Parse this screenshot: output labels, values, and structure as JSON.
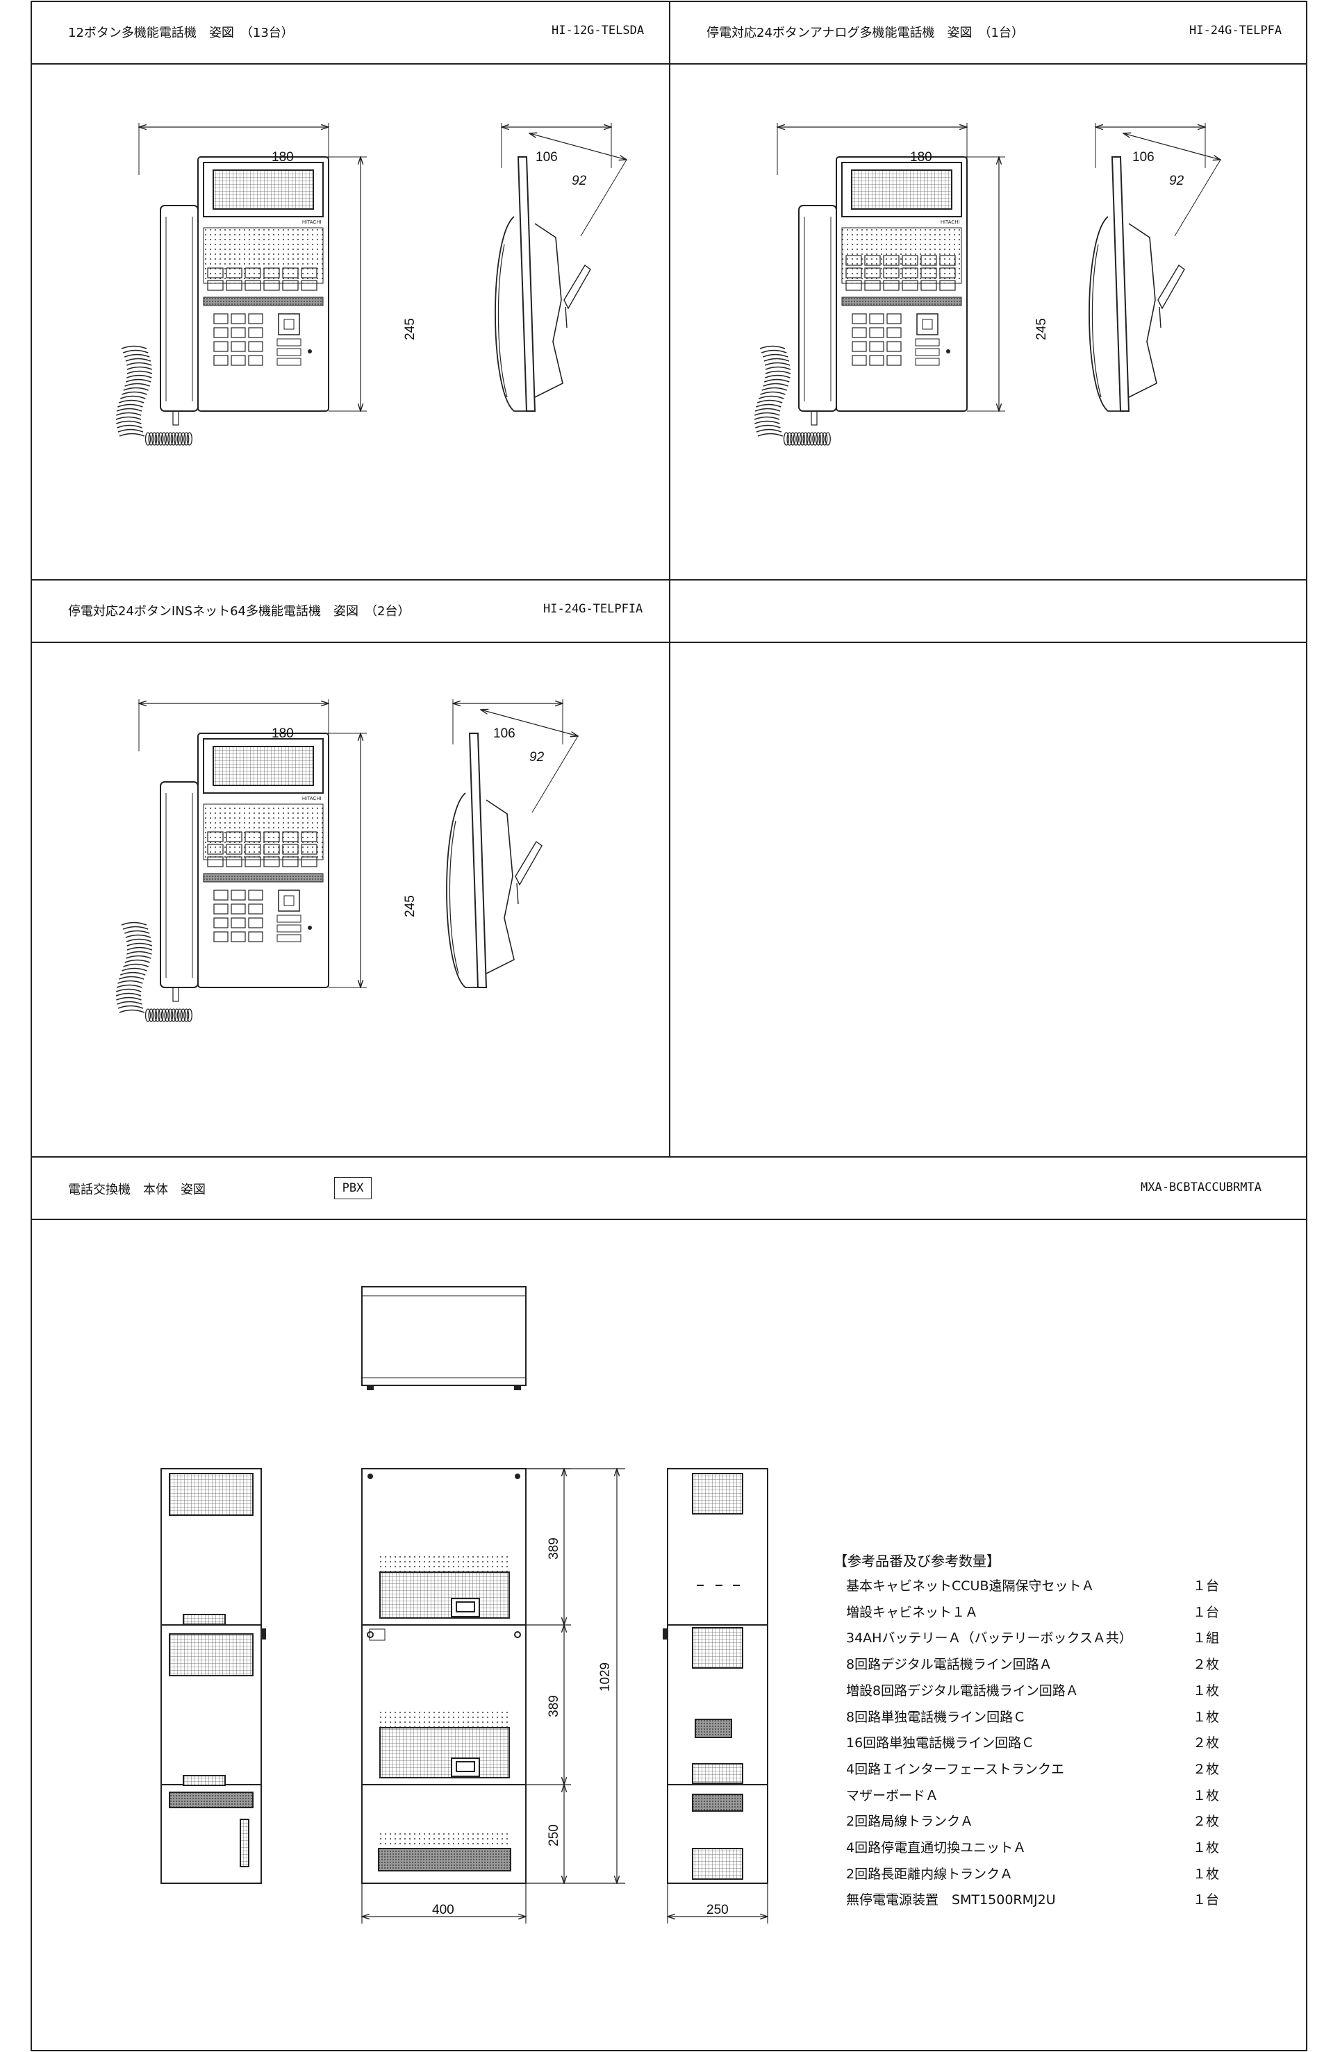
{
  "panels": [
    {
      "title": "12ボタン多機能電話機　姿図　（13台）",
      "model": "HI-12G-TELSDA"
    },
    {
      "title": "停電対応24ボタンアナログ多機能電話機　姿図　（1台）",
      "model": "HI-24G-TELPFA"
    },
    {
      "title": "停電対応24ボタンINSネット64多機能電話機　姿図　（2台）",
      "model": "HI-24G-TELPFIA"
    }
  ],
  "phone_dims": {
    "width": "180",
    "depth": "106",
    "slant": "92",
    "height": "245"
  },
  "pbx": {
    "title": "電話交換機　本体　姿図",
    "tag": "PBX",
    "model": "MXA-BCBTACCUBRMTA",
    "dims": {
      "upper": "389",
      "middle": "389",
      "lower": "250",
      "total": "1029",
      "width": "400",
      "depth": "250"
    }
  },
  "reference": {
    "title": "【参考品番及び参考数量】",
    "items": [
      {
        "name": "基本キャビネットCCUB遠隔保守セットＡ",
        "qty": "１台"
      },
      {
        "name": "増設キャビネット１Ａ",
        "qty": "１台"
      },
      {
        "name": "34AHバッテリーＡ（バッテリーボックスＡ共）",
        "qty": "１組"
      },
      {
        "name": "8回路デジタル電話機ライン回路Ａ",
        "qty": "２枚"
      },
      {
        "name": "増設8回路デジタル電話機ライン回路Ａ",
        "qty": "１枚"
      },
      {
        "name": "8回路単独電話機ライン回路Ｃ",
        "qty": "１枚"
      },
      {
        "name": "16回路単独電話機ライン回路Ｃ",
        "qty": "２枚"
      },
      {
        "name": "4回路Ｉインターフェーストランクエ",
        "qty": "２枚"
      },
      {
        "name": "マザーボードＡ",
        "qty": "１枚"
      },
      {
        "name": "2回路局線トランクＡ",
        "qty": "２枚"
      },
      {
        "name": "4回路停電直通切換ユニットＡ",
        "qty": "１枚"
      },
      {
        "name": "2回路長距離内線トランクＡ",
        "qty": "１枚"
      },
      {
        "name": "無停電電源装置　SMT1500RMJ2U",
        "qty": "１台"
      }
    ]
  },
  "brand_label": "HITACHI"
}
